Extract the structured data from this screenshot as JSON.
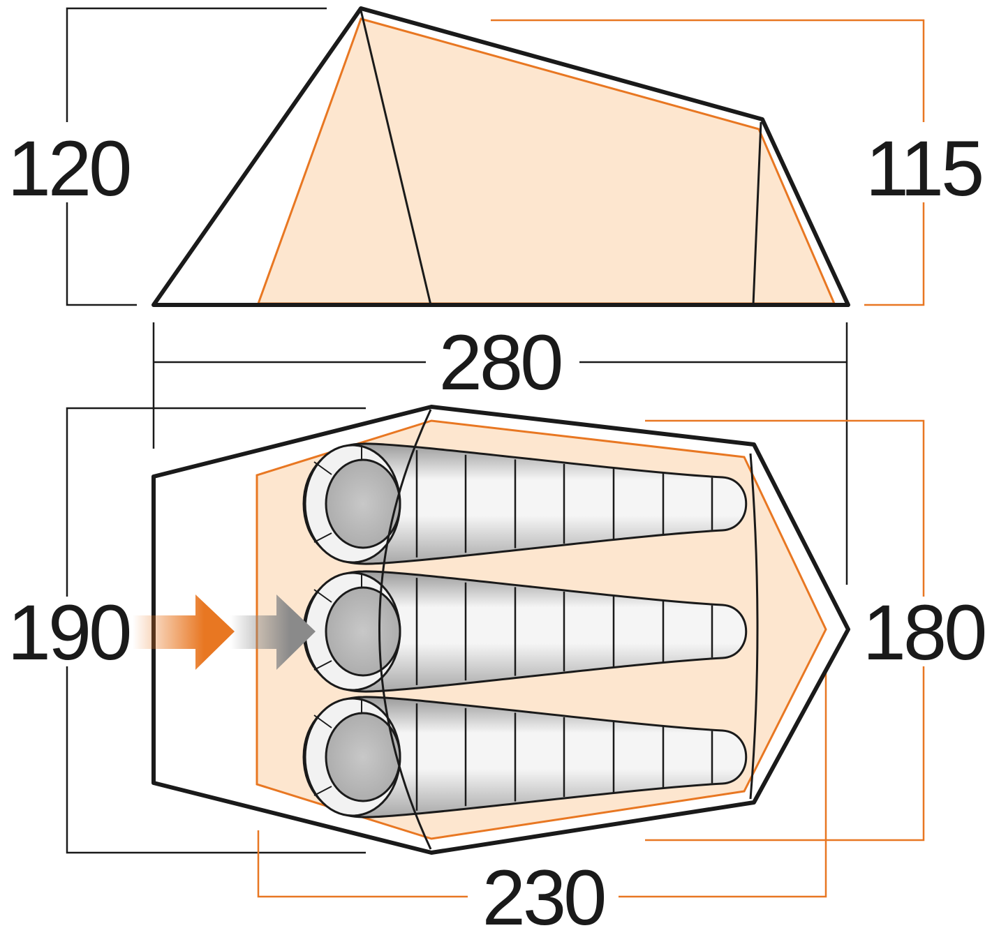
{
  "colors": {
    "outline": "#1a1a1a",
    "accent": "#e87722",
    "fill": "#fde6cf",
    "bag_light": "#f3f3f3",
    "bag_dark": "#9a9a9a"
  },
  "side_view": {
    "height_front": "120",
    "height_rear": "115",
    "length": "280"
  },
  "floor_plan": {
    "width_outer": "190",
    "width_inner": "180",
    "inner_length": "230",
    "sleeping_bag_count": 3,
    "entry_arrow_icon": "entry-arrow-icon"
  }
}
